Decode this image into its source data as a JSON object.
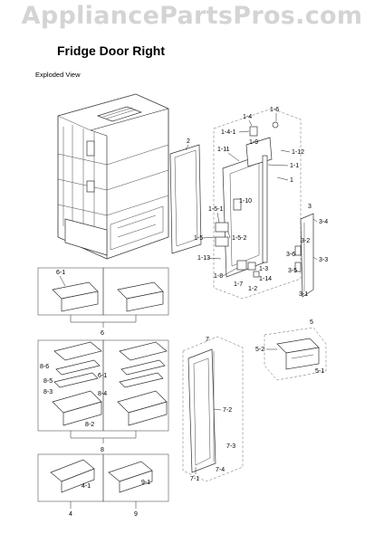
{
  "watermark": "AppliancePartsPros.com",
  "title": "Fridge Door Right",
  "subtitle": "Exploded View",
  "labels": {
    "l2": "2",
    "l1_6": "1-6",
    "l1_4": "1-4",
    "l1_4_1": "1-4-1",
    "l1_9": "1-9",
    "l1_11": "1-11",
    "l1_12": "1-12",
    "l1_1": "1-1",
    "l1": "1",
    "l1_10": "1-10",
    "l1_5_1": "1-5-1",
    "l1_5": "1-5",
    "l1_5_2": "1-5-2",
    "l1_13": "1-13",
    "l1_8": "1-8",
    "l1_3": "1-3",
    "l1_7": "1-7",
    "l1_14": "1-14",
    "l1_2": "1-2",
    "l3": "3",
    "l3_4": "3-4",
    "l3_2": "3-2",
    "l3_6": "3-6",
    "l3_3": "3-3",
    "l3_5": "3-5",
    "l3_1": "3-1",
    "l6_1": "6-1",
    "l6": "6",
    "l8_6": "8-6",
    "l8_5": "8-5",
    "l8_3": "8-3",
    "l6_1b": "6-1",
    "l8_4": "8-4",
    "l8_2": "8-2",
    "l8": "8",
    "l7": "7",
    "l7_2": "7-2",
    "l7_3": "7-3",
    "l7_4": "7-4",
    "l7_1": "7-1",
    "l5": "5",
    "l5_2": "5-2",
    "l5_1": "5-1",
    "l4_1": "4-1",
    "l4": "4",
    "l9_1": "9-1",
    "l9": "9"
  }
}
